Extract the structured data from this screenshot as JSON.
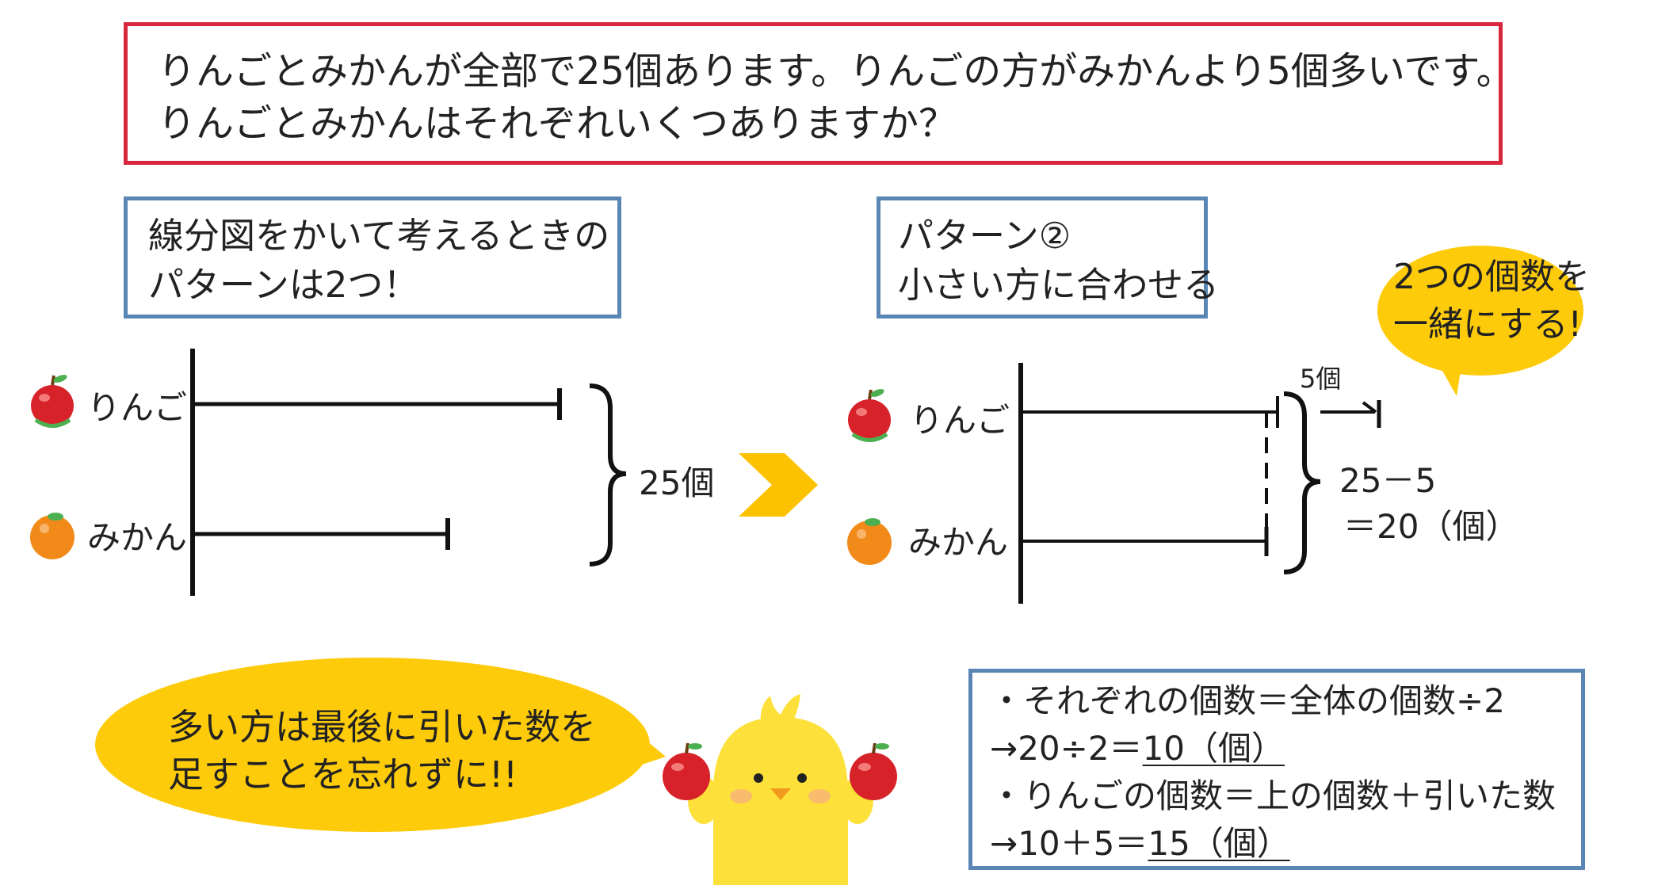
{
  "problem": {
    "line1": "りんごとみかんが全部で25個あります。りんごの方がみかんより5個多いです。",
    "line2": "りんごとみかんはそれぞれいくつありますか？"
  },
  "intro_box": {
    "line1": "線分図をかいて考えるときの",
    "line2": "パターンは2つ！"
  },
  "pattern_box": {
    "line1": "パターン②",
    "line2": "小さい方に合わせる"
  },
  "speech_top": {
    "line1": "2つの個数を",
    "line2": "一緒にする!"
  },
  "left_diagram": {
    "apple_label": "りんご",
    "orange_label": "みかん",
    "total_label": "25個"
  },
  "right_diagram": {
    "apple_label": "りんご",
    "orange_label": "みかん",
    "diff_label": "5個",
    "calc_line1": "25－5",
    "calc_line2": "＝20（個）"
  },
  "speech_bottom": {
    "line1": "多い方は最後に引いた数を",
    "line2": "足すことを忘れずに!!"
  },
  "solution": {
    "line1": "・それぞれの個数＝全体の個数÷2",
    "line2_prefix": "→20÷2＝",
    "line2_answer": "10（個）",
    "line3": "・りんごの個数＝上の個数＋引いた数",
    "line4_prefix": "→10＋5＝",
    "line4_answer": "15（個）"
  },
  "colors": {
    "problem_border": "#d7263d",
    "box_border": "#5a86b5",
    "bubble": "#fdcb0a",
    "arrow": "#fcc200",
    "apple": "#d8222a",
    "orange": "#f28a1a",
    "chick": "#fde13a"
  }
}
